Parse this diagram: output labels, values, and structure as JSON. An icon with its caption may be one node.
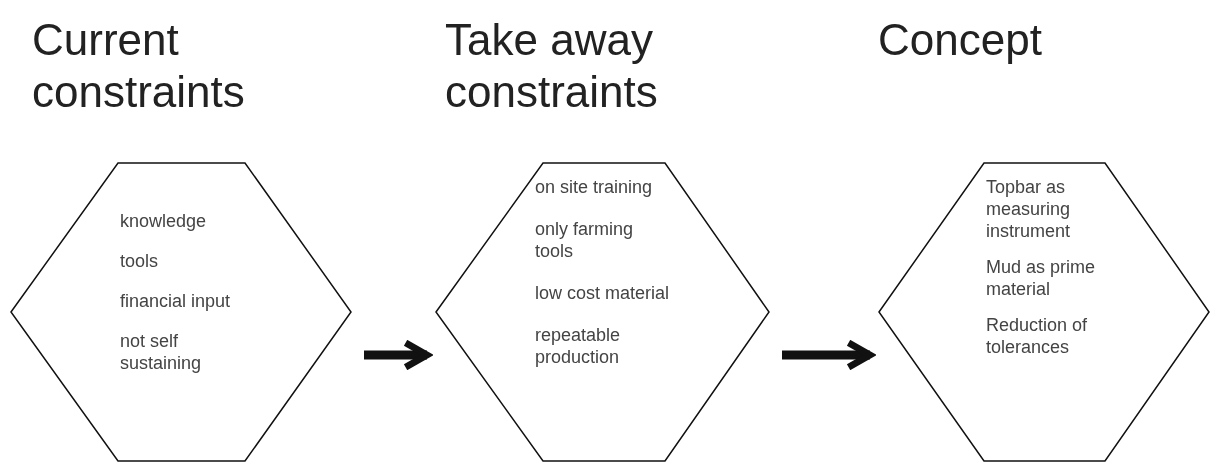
{
  "diagram": {
    "nodes": [
      {
        "text": [
          "Current constraints",
          "knowledge",
          "tools",
          "financial input",
          "not self sustaining"
        ]
      },
      {
        "text": [
          "Take away constraints",
          "on site training",
          "only farming tools",
          "low cost material",
          "repeatable production"
        ]
      },
      {
        "text": [
          "Concept",
          "Topbar as measuring instrument",
          "Mud as prime material",
          "Reduction of tolerances"
        ]
      }
    ],
    "edges": [
      {
        "from": 0,
        "to": 1,
        "arrow": "to"
      },
      {
        "from": 1,
        "to": 2,
        "arrow": "to"
      }
    ]
  }
}
